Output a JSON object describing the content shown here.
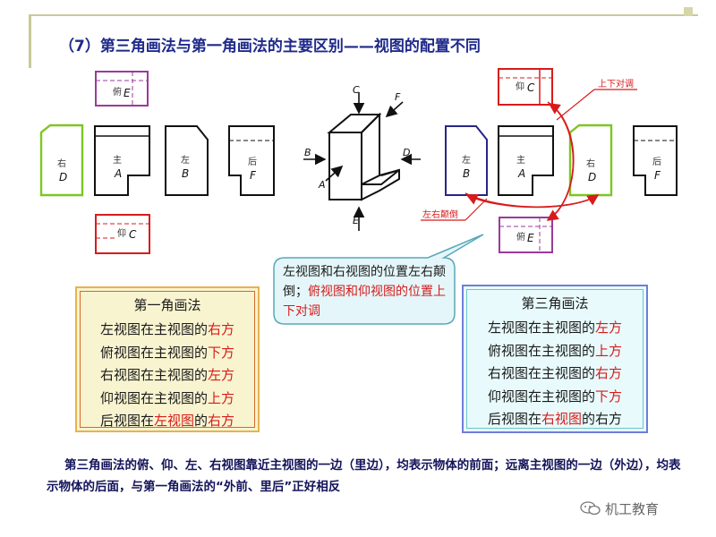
{
  "title": "（7）第三角画法与第一角画法的主要区别——视图的配置不同",
  "diagram_labels": {
    "first_left": {
      "view": "右",
      "letter": "D"
    },
    "first_main": {
      "view": "主",
      "letter": "A"
    },
    "first_leftview": {
      "view": "左",
      "letter": "B"
    },
    "first_back": {
      "view": "后",
      "letter": "F"
    },
    "first_top": {
      "view": "俯",
      "letter": "E"
    },
    "first_bottom": {
      "view": "仰",
      "letter": "C"
    },
    "third_left": {
      "view": "左",
      "letter": "B"
    },
    "third_main": {
      "view": "主",
      "letter": "A"
    },
    "third_right": {
      "view": "右",
      "letter": "D"
    },
    "third_back": {
      "view": "后",
      "letter": "F"
    },
    "third_top": {
      "view": "仰",
      "letter": "C"
    },
    "third_bottom": {
      "view": "俯",
      "letter": "E"
    },
    "arrow_c": "C",
    "arrow_f": "F",
    "arrow_b": "B",
    "arrow_d": "D",
    "arrow_a": "A",
    "arrow_e": "E",
    "swap_updown": "上下对调",
    "swap_leftright": "左右颠倒"
  },
  "callout": {
    "text_plain": "左视图和右视图的位置左右颠倒；",
    "text_highlight": "俯视图和仰视图的位置上下对调"
  },
  "first_angle": {
    "heading": "第一角画法",
    "lines": [
      {
        "prefix": "左视图在主视图的",
        "hl": "右方",
        "suffix": ""
      },
      {
        "prefix": "俯视图在主视图的",
        "hl": "下方",
        "suffix": ""
      },
      {
        "prefix": "右视图在主视图的",
        "hl": "左方",
        "suffix": ""
      },
      {
        "prefix": "仰视图在主视图的",
        "hl": "上方",
        "suffix": ""
      },
      {
        "prefix": "后视图在",
        "hl": "左视图",
        "suffix": "的",
        "hl2": "右方"
      }
    ]
  },
  "third_angle": {
    "heading": "第三角画法",
    "lines": [
      {
        "prefix": "左视图在主视图的",
        "hl": "左方",
        "suffix": ""
      },
      {
        "prefix": "俯视图在主视图的",
        "hl": "上方",
        "suffix": ""
      },
      {
        "prefix": "右视图在主视图的",
        "hl": "右方",
        "suffix": ""
      },
      {
        "prefix": "仰视图在主视图的",
        "hl": "下方",
        "suffix": ""
      },
      {
        "prefix": "后视图在",
        "hl": "右视图",
        "suffix": "的右方",
        "hl2": ""
      }
    ]
  },
  "note": "第三角画法的俯、仰、左、右视图靠近主视图的一边（里边），均表示物体的前面；远离主视图的一边（外边），均表示物体的后面，与第一角画法的“外前、里后”正好相反",
  "logo": "机工教育",
  "logo_icon": "wechat-icon",
  "colors": {
    "red": "#d81b1b",
    "purple": "#9b3a9b",
    "green": "#7ec622",
    "blue": "#262686",
    "black": "#111111"
  }
}
